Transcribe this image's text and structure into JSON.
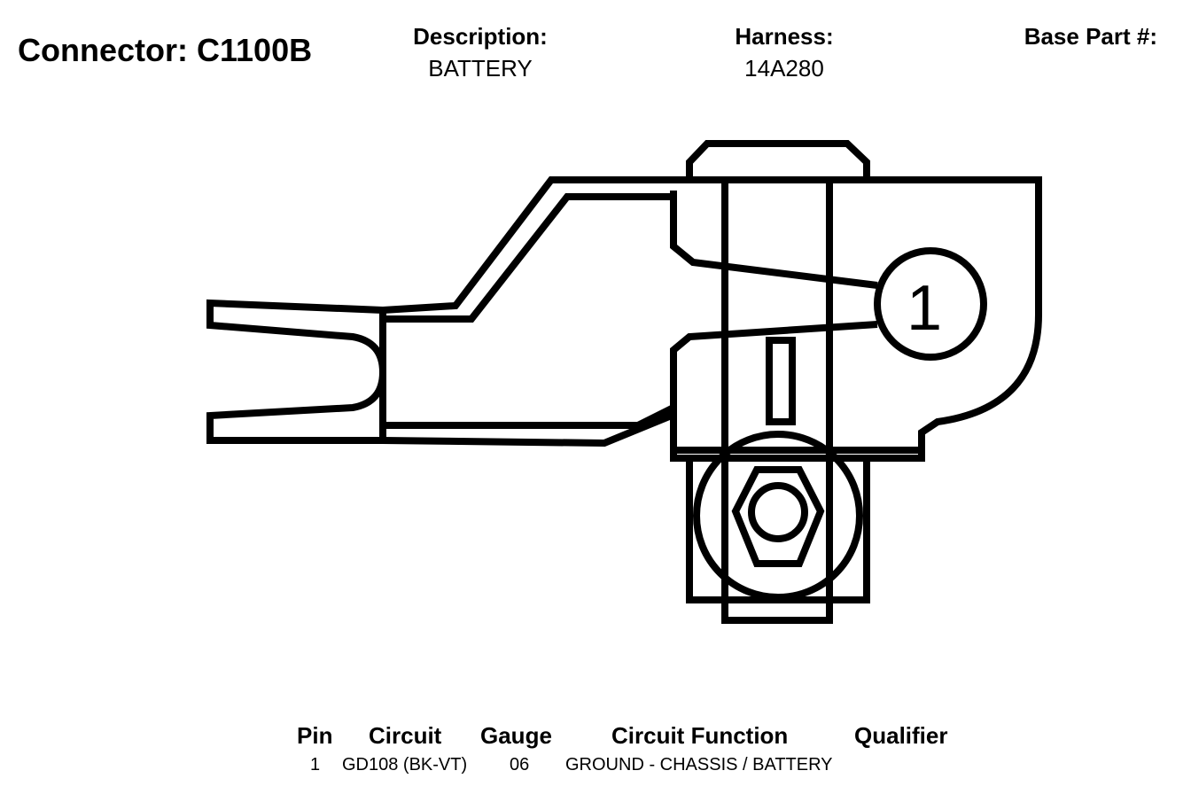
{
  "connector": {
    "title": "Connector: C1100B"
  },
  "header": {
    "description_label": "Description:",
    "description_value": "BATTERY",
    "harness_label": "Harness:",
    "harness_value": "14A280",
    "base_part_label": "Base Part #:"
  },
  "diagram": {
    "pin_label": "1"
  },
  "table": {
    "columns": [
      "Pin",
      "Circuit",
      "Gauge",
      "Circuit Function",
      "Qualifier"
    ],
    "rows": [
      {
        "pin": "1",
        "circuit": "GD108 (BK-VT)",
        "gauge": "06",
        "function": "GROUND - CHASSIS / BATTERY",
        "qualifier": ""
      }
    ]
  }
}
